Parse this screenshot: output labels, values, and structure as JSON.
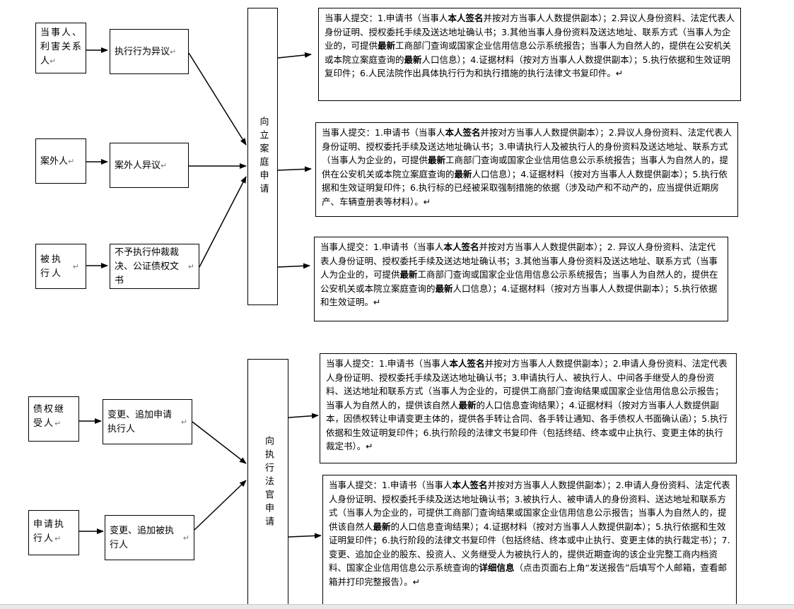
{
  "section1": {
    "sources": [
      {
        "label": "当事人、利害关系人",
        "mark": "↵"
      },
      {
        "label": "案外人",
        "mark": "↵"
      },
      {
        "label": "被执行人",
        "mark": "↵"
      }
    ],
    "types": [
      {
        "label": "执行行为异议",
        "mark": "↵"
      },
      {
        "label": "案外人异议",
        "mark": "↵"
      },
      {
        "label": "不予执行仲裁裁决、公证债权文书",
        "mark": "↵"
      }
    ],
    "target": "向立案庭申请",
    "details": [
      {
        "p1": "当事人提交：1.申请书（当事人",
        "b1": "本人签名",
        "p2": "并按对方当事人人数提供副本）；2.异议人身份资料、法定代表人身份证明、授权委托手续及送达地址确认书；3.其他当事人身份资料及送达地址、联系方式（当事人为企业的，可提供",
        "b2": "最新",
        "p3": "工商部门查询或国家企业信用信息公示系统报告；当事人为自然人的，提供在公安机关或本院立案庭查询的",
        "b3": "最新",
        "p4": "人口信息）；4.证据材料（按对方当事人人数提供副本）；5.执行依据和生效证明复印件；6.人民法院作出具体执行行为和执行措施的执行法律文书复印件。↵"
      },
      {
        "p1": "当事人提交：1.申请书（当事人",
        "b1": "本人签名",
        "p2": "并按对方当事人人数提供副本）；2.异议人身份资料、法定代表人身份证明、授权委托手续及送达地址确认书；3.申请执行人及被执行人的身份资料及送达地址、联系方式（当事人为企业的，可提供",
        "b2": "最新",
        "p3": "工商部门查询或国家企业信用信息公示系统报告；当事人为自然人的，提供在公安机关或本院立案庭查询的",
        "b3": "最新",
        "p4": "人口信息）；4.证据材料（按对方当事人人数提供副本）；5.执行依据和生效证明复印件；6.执行标的已经被采取强制措施的依据（涉及动产和不动产的，应当提供近期房产、车辆查册表等材料）。↵"
      },
      {
        "p1": "当事人提交：1.申请书（当事人",
        "b1": "本人签名",
        "p2": "并按对方当事人人数提供副本）；2. 异议人身份资料、法定代表人身份证明、授权委托手续及送达地址确认书；3.其他当事人身份资料及送达地址、联系方式（当事人为企业的，可提供",
        "b2": "最新",
        "p3": "工商部门查询或国家企业信用信息公示系统报告；当事人为自然人的，提供在公安机关或本院立案庭查询的",
        "b3": "最新",
        "p4": "人口信息）；4.证据材料（按对方当事人人数提供副本）；5.执行依据和生效证明。↵"
      }
    ]
  },
  "section2": {
    "sources": [
      {
        "label": "债权继受人",
        "mark": "↵"
      },
      {
        "label": "申请执行人",
        "mark": "↵"
      }
    ],
    "types": [
      {
        "label": "变更、追加申请执行人",
        "mark": "↵"
      },
      {
        "label": "变更、追加被执行人",
        "mark": "↵"
      }
    ],
    "target": "向执行法官申请",
    "details": [
      {
        "p1": "当事人提交：1.申请书（当事人",
        "b1": "本人签名",
        "p2": "并按对方当事人人数提供副本）；2.申请人身份资料、法定代表人身份证明、授权委托手续及送达地址确认书；3.申请执行人、被执行人、中间各手继受人的身份资料、送达地址和联系方式（当事人为企业的，可提供工商部门查询结果或国家企业信用信息公示报告；当事人为自然人的，提供该自然人",
        "b2": "最新",
        "p3": "的人口信息查询结果）；4.证据材料（按对方当事人人数提供副本，因债权转让申请变更主体的，提供各手转让合同、各手转让通知、各手债权人书面确认函）；5.执行依据和生效证明复印件；6.执行阶段的法律文书复印件（包括终结、终本或中止执行、变更主体的执行裁定书）。↵"
      },
      {
        "p1": "当事人提交：1.申请书（当事人",
        "b1": "本人签名",
        "p2": "并按对方当事人人数提供副本）；2.申请人身份资料、法定代表人身份证明、授权委托手续及送达地址确认书；3.被执行人、被申请人的身份资料、送达地址和联系方式（当事人为企业的，可提供工商部门查询结果或国家企业信用信息公示报告；当事人为自然人的，提供该自然人",
        "b2": "最新",
        "p3": "的人口信息查询结果）；4.证据材料（按对方当事人人数提供副本）；5.执行依据和生效证明复印件；6.执行阶段的法律文书复印件（包括终结、终本或中止执行、变更主体的执行裁定书）；7.变更、追加企业的股东、投资人、义务继受人为被执行人的，提供近期查询的该企业完整工商内档资料、国家企业信用信息公示系统查询的",
        "b3": "详细信息",
        "p4": "（点击页面右上角“发送报告”后填写个人邮箱，查看邮箱并打印完整报告）。↵"
      }
    ]
  }
}
